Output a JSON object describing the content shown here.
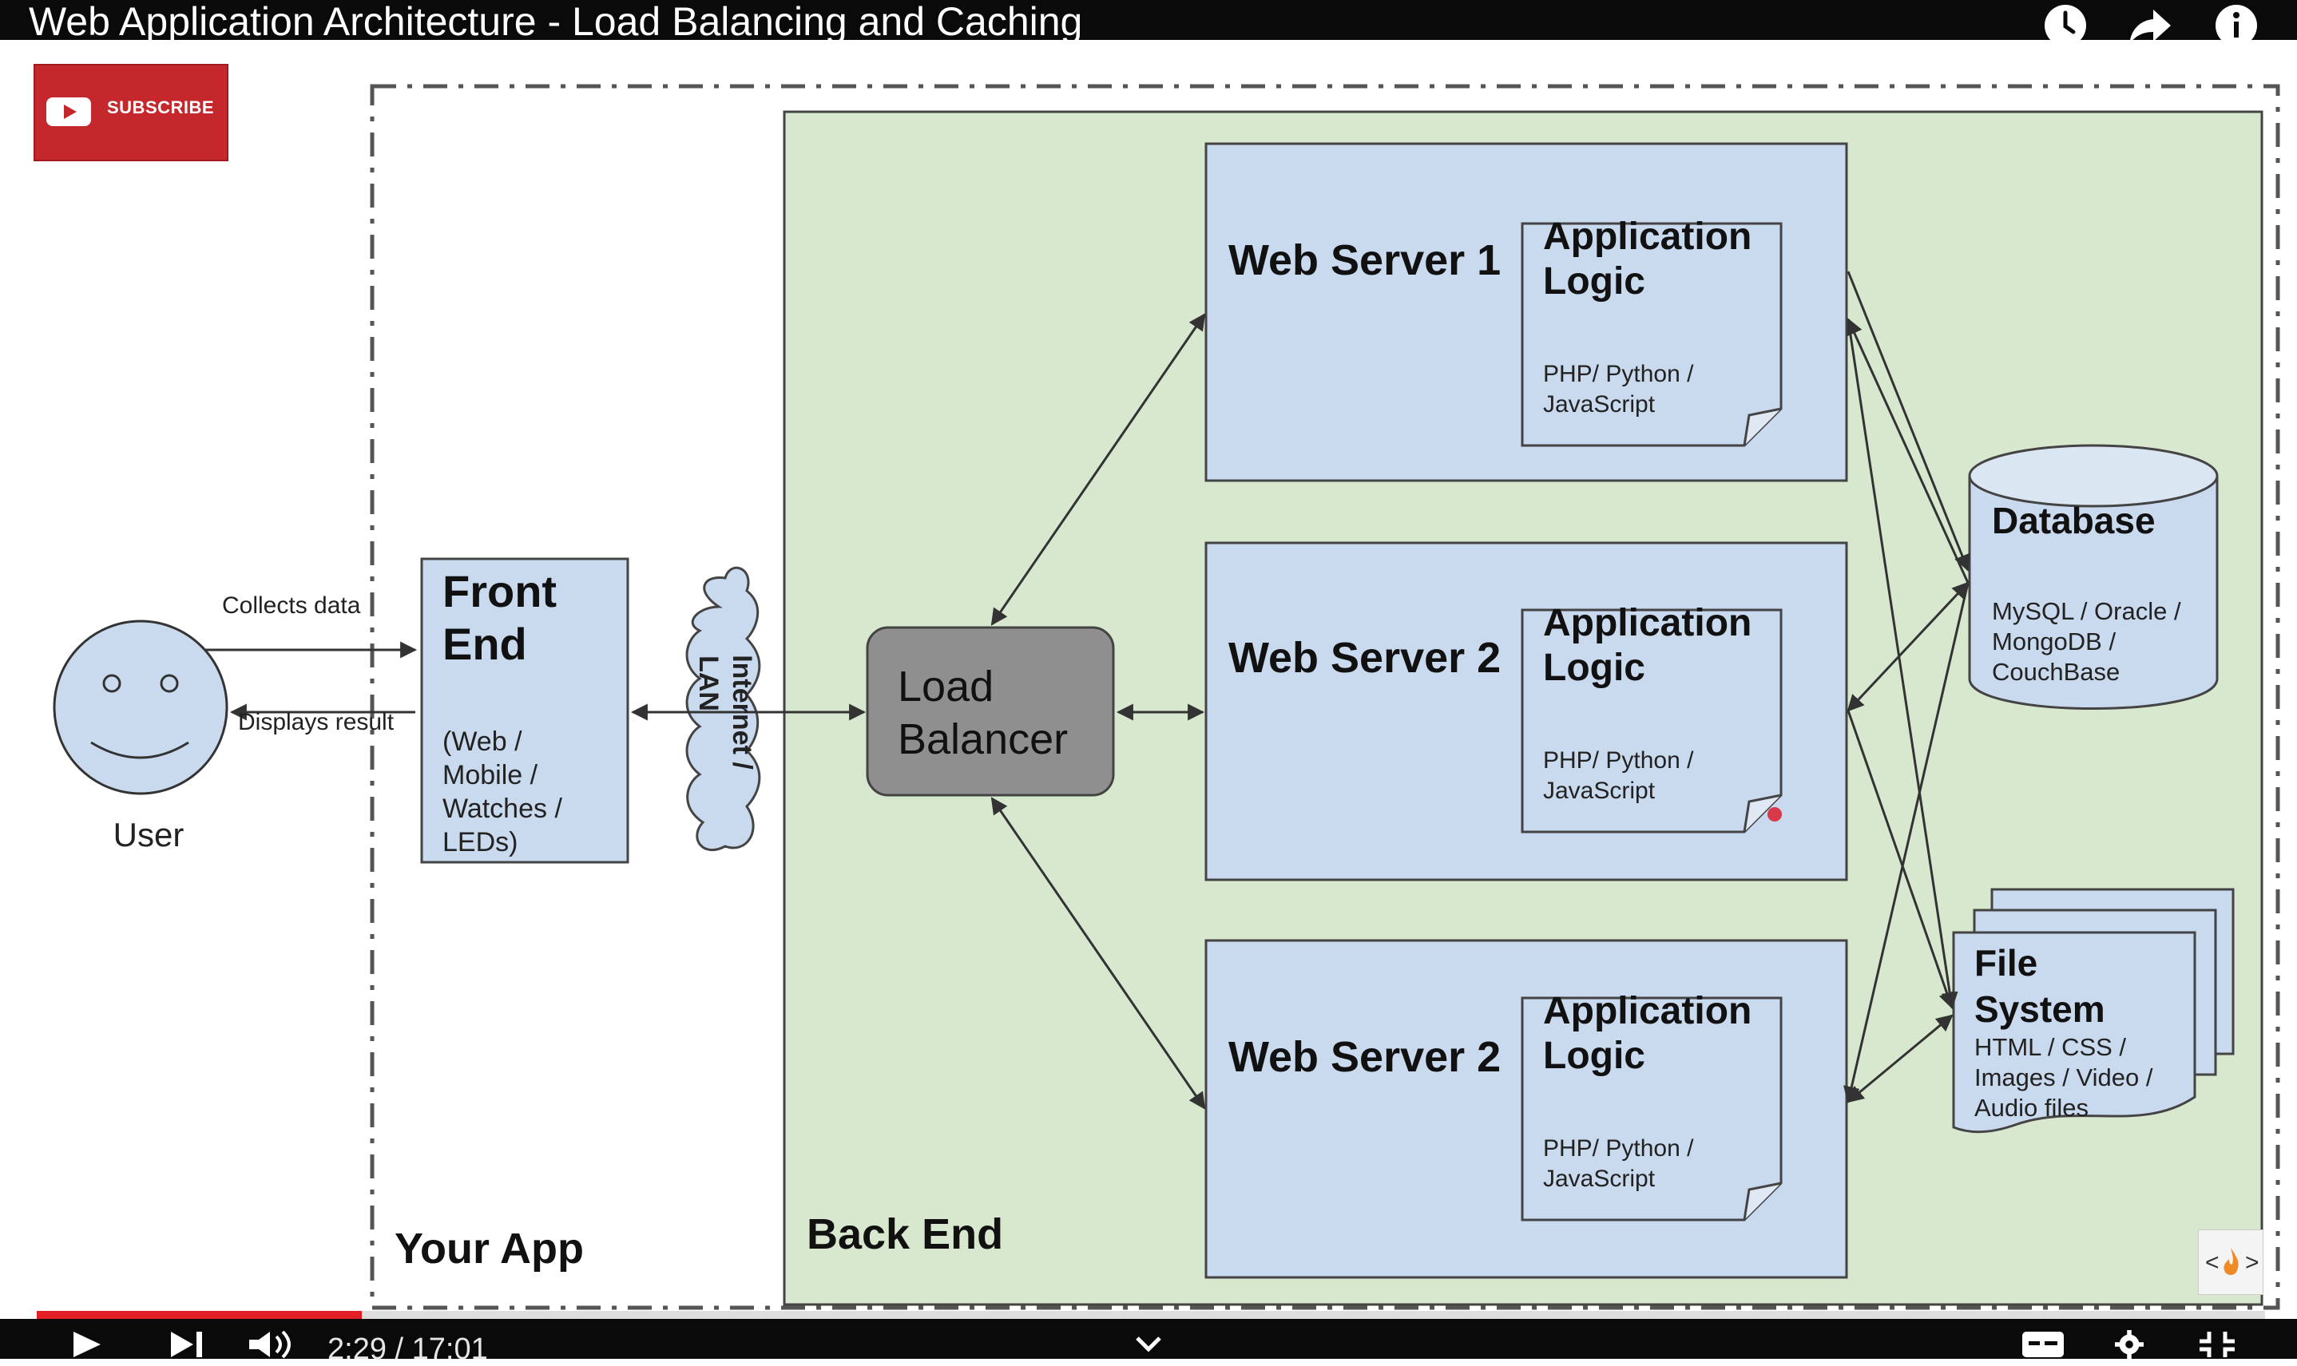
{
  "player": {
    "title": "Web Application Architecture - Load Balancing and Caching",
    "subscribe_label": "SUBSCRIBE",
    "time": "2:29 / 17:01",
    "progress": 0.146
  },
  "diagram": {
    "user": "User",
    "collects": "Collects data",
    "displays": "Displays result",
    "front_end": [
      "Front",
      "End"
    ],
    "front_end_desc": [
      "(Web /",
      "Mobile /",
      "Watches /",
      "LEDs)"
    ],
    "network": [
      "Internet /",
      "LAN"
    ],
    "load_balancer": [
      "Load",
      "Balancer"
    ],
    "web_server_1": "Web Server 1",
    "web_server_2": "Web Server 2",
    "web_server_3": "Web Server 2",
    "app_logic": [
      "Application",
      "Logic"
    ],
    "app_lang": [
      "PHP/ Python /",
      "JavaScript"
    ],
    "database": "Database",
    "database_desc": [
      "MySQL / Oracle /",
      "MongoDB /",
      "CouchBase"
    ],
    "file_system": [
      "File",
      "System"
    ],
    "file_system_desc": [
      "HTML / CSS /",
      "Images / Video /",
      "Audio files"
    ],
    "your_app": "Your App",
    "back_end": "Back End"
  },
  "colors": {
    "box_blue": "#c9d9ee",
    "back_end_green": "#d8e8cf",
    "load_balancer_gray": "#8f8f8f",
    "progress_red": "#e21f26"
  }
}
